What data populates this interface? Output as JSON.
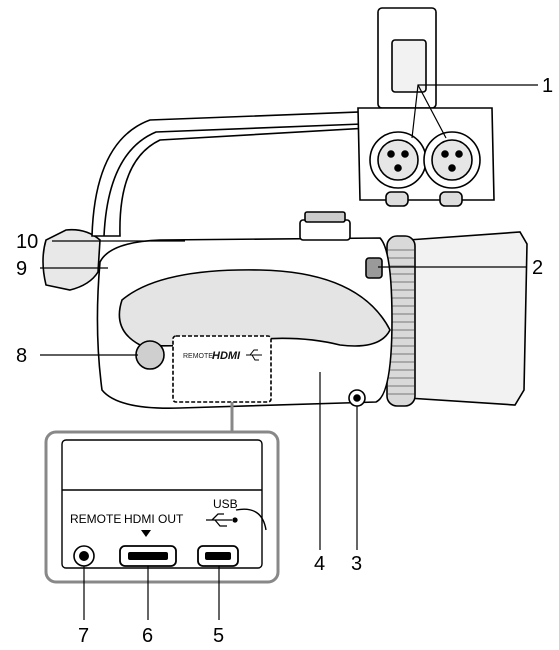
{
  "callouts": {
    "c1": "1",
    "c2": "2",
    "c3": "3",
    "c4": "4",
    "c5": "5",
    "c6": "6",
    "c7": "7",
    "c8": "8",
    "c9": "9",
    "c10": "10"
  },
  "ports": {
    "remote": "REMOTE",
    "hdmi_out": "HDMI OUT",
    "usb": "USB",
    "panel_remote": "REMOTE",
    "panel_hdmi": "HDMI"
  },
  "icons": [
    "usb-icon",
    "down-arrow-icon",
    "microphone-grille-icon",
    "xlr-input-icon"
  ]
}
